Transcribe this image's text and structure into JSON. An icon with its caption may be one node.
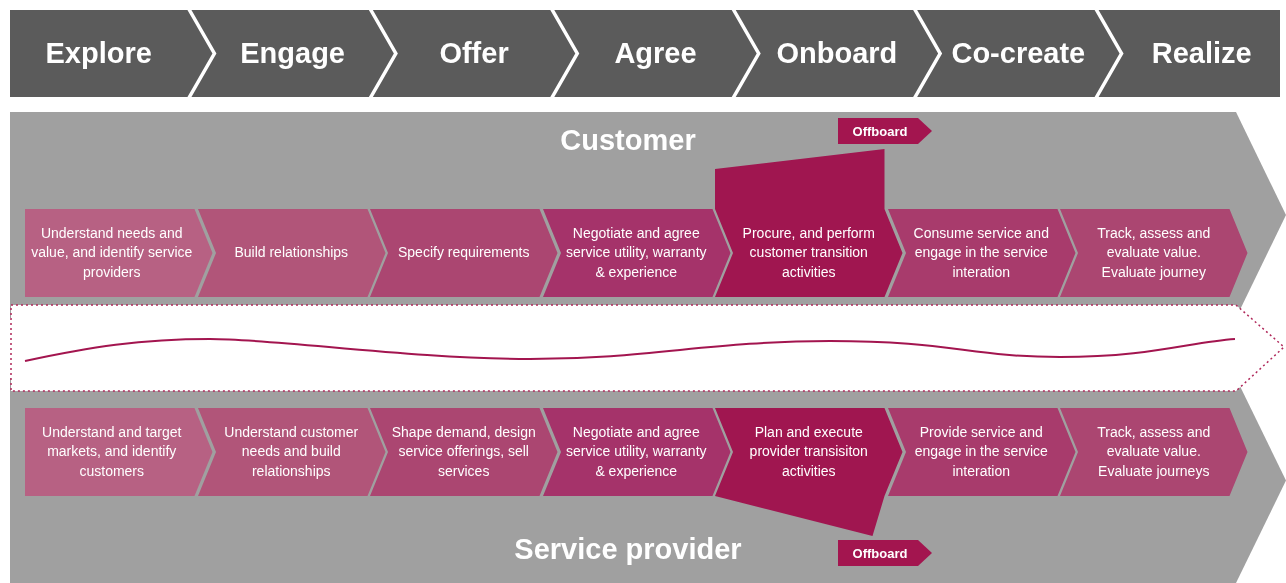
{
  "diagram": {
    "nodes": [
      {
        "text": [
          "Explore"
        ]
      },
      {
        "text": [
          "Engage"
        ]
      },
      {
        "text": [
          "Offer"
        ]
      },
      {
        "text": [
          "Agree"
        ]
      },
      {
        "text": [
          "Onboard"
        ]
      },
      {
        "text": [
          "Co-create"
        ]
      },
      {
        "text": [
          "Realize"
        ]
      },
      {
        "text": [
          "Customer"
        ]
      },
      {
        "text": [
          "Understand needs and value, and identify service providers"
        ],
        "in": 7
      },
      {
        "text": [
          "Build relationships"
        ],
        "in": 7
      },
      {
        "text": [
          "Specify requirements"
        ],
        "in": 7
      },
      {
        "text": [
          "Negotiate and agree service utility, warranty & experience"
        ],
        "in": 7
      },
      {
        "text": [
          "Procure, and perform customer transition activities"
        ],
        "in": 7
      },
      {
        "text": [
          "Consume service and engage in the service interation"
        ],
        "in": 7
      },
      {
        "text": [
          "Track, assess and evaluate value. Evaluate journey"
        ],
        "in": 7
      },
      {
        "text": [
          "Offboard"
        ],
        "in": 7
      },
      {
        "text": [
          "Service provider"
        ]
      },
      {
        "text": [
          "Understand and target markets, and identify customers"
        ],
        "in": 16
      },
      {
        "text": [
          "Understand customer needs and build relationships"
        ],
        "in": 16
      },
      {
        "text": [
          "Shape demand, design service offerings, sell services"
        ],
        "in": 16
      },
      {
        "text": [
          "Negotiate and agree service utility, warranty & experience"
        ],
        "in": 16
      },
      {
        "text": [
          "Plan and execute provider transisiton activities"
        ],
        "in": 16
      },
      {
        "text": [
          "Provide service and engage in the service interation"
        ],
        "in": 16
      },
      {
        "text": [
          "Track, assess and evaluate value. Evaluate journeys"
        ],
        "in": 16
      },
      {
        "text": [
          "Offboard"
        ],
        "in": 16
      }
    ]
  }
}
